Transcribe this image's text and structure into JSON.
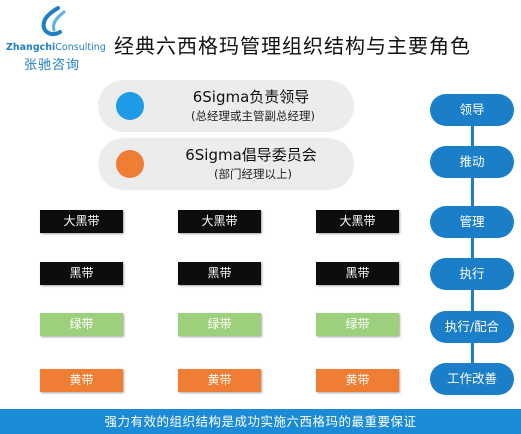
{
  "logo": {
    "icon": "zhangchi-logo-mark",
    "brand_bold": "Zhangchi",
    "brand_light": "Consulting",
    "brand_cn": "张驰咨询",
    "color": "#1f7fc4"
  },
  "title": "经典六西格玛管理组织结构与主要角色",
  "roles": [
    {
      "name": "6Sigma负责领导",
      "sub": "(总经理或主管副总经理)",
      "dot_color": "#1e9be6"
    },
    {
      "name": "6Sigma倡导委员会",
      "sub": "(部门经理以上)",
      "dot_color": "#ef7d34"
    }
  ],
  "belts": {
    "master_black": {
      "label": "大黑带",
      "color": "#0d0d0d"
    },
    "black": {
      "label": "黑带",
      "color": "#0d0d0d"
    },
    "green": {
      "label": "绿带",
      "color": "#9dd07c"
    },
    "yellow": {
      "label": "黄带",
      "color": "#ef7d34"
    }
  },
  "stages": [
    "领导",
    "推动",
    "管理",
    "执行",
    "执行/配合",
    "工作改善"
  ],
  "stage_color": "#1b7ec8",
  "banner": "强力有效的组织结构是成功实施六西格玛的最重要保证",
  "banner_color": "#1b8bd8"
}
